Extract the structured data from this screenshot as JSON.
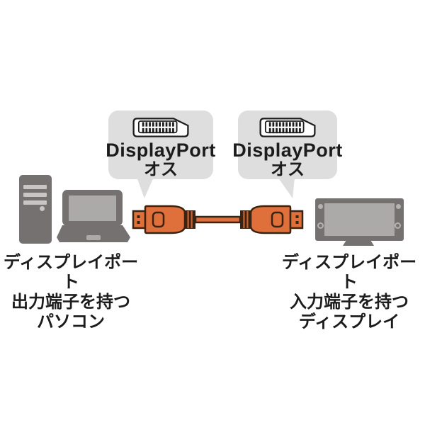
{
  "colors": {
    "background": "#ffffff",
    "bubble_gray": "#dedede",
    "device_gray": "#767171",
    "device_light_gray": "#aca9a9",
    "cable_orange": "#df703c",
    "cable_outline": "#3a2310",
    "text": "#1c1c1c"
  },
  "callouts": {
    "left": {
      "icon": "displayport-connector",
      "title": "DisplayPort",
      "gender": "オス"
    },
    "right": {
      "icon": "displayport-connector",
      "title": "DisplayPort",
      "gender": "オス"
    }
  },
  "captions": {
    "source": {
      "line1": "ディスプレイポート",
      "line2": "出力端子を持つ",
      "line3": "パソコン"
    },
    "destination": {
      "line1": "ディスプレイポート",
      "line2": "入力端子を持つ",
      "line3": "ディスプレイ"
    }
  }
}
